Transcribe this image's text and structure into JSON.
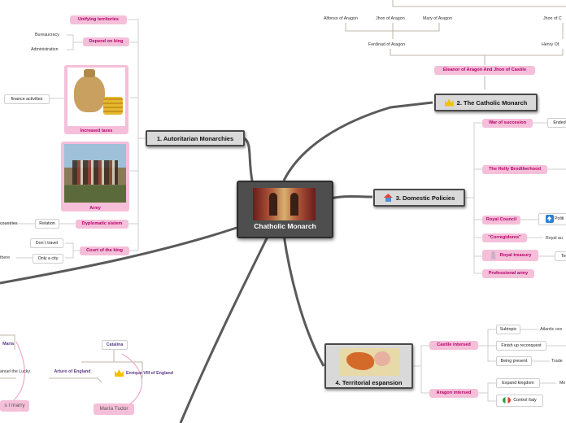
{
  "center": {
    "title": "Chatholic Monarch"
  },
  "topics": {
    "t1": "1. Autoritarian Monarchies",
    "t2": "2. The Catholic Monarch",
    "t3": "3. Domestic Policies",
    "t4": "4. Territorial espansion"
  },
  "left": {
    "unifying": "Unifying territories",
    "depend": "Depend on king",
    "bureaucracy": "Bureaucracy",
    "administration": "Administration",
    "finance": "finance activities",
    "increased_taxes": "Increased taxes",
    "army": "Army",
    "diplomatic": "Dyplomatic sistem",
    "relation": "Relation",
    "countries": "countries",
    "court": "Court of the king",
    "dont_travel": "Don´t travel",
    "only_city": "Only a city",
    "there": "there"
  },
  "family": {
    "alfonso": "Alfonso of Aragon",
    "jhon_aragon": "Jhon of Aragon",
    "mary_aragon": "Mary of Aragon",
    "jhon_c": "Jhon of C",
    "ferdinad": "Ferdinad of Aragon",
    "henry": "Henry Of",
    "eleanor": "Eleanor of Aragon And Jhon of Castile"
  },
  "catholic": {
    "war": "War of succesion",
    "ended": "Ended"
  },
  "domestic": {
    "brotherhood": "The Holly Brodtherhood",
    "council": "Royal Council",
    "politi": "Politi",
    "corregidores": "\"Corregidores\"",
    "royal_au": "Royal au",
    "treasury": "Royal treasury",
    "too": "Too",
    "army": "Professional army"
  },
  "territorial": {
    "castile": "Castile intersed",
    "subtopic": "Subtopic",
    "atlantic": "Atlantic oce",
    "finish": "Finish up reconquest",
    "being": "Being present",
    "trade": "Trade",
    "aragon": "Aragon intersed",
    "expand": "Expand kingdom",
    "me": "Me",
    "italy": "Control Italy"
  },
  "marriages": {
    "maria": "Maria",
    "catalina": "Catalina",
    "manuel": "anuel the Lucky",
    "arturo": "Arturo of England",
    "enrique": "Enrique VIII of England",
    "marry": "s I marry",
    "maria_tudor": "María Tudor"
  },
  "colors": {
    "link": "#5a5a5a",
    "family_line": "#bdb7a8",
    "pink_line": "#f0a8c8",
    "topic_bg": "#d9d9d9",
    "accent_pink": "#b5006b"
  }
}
